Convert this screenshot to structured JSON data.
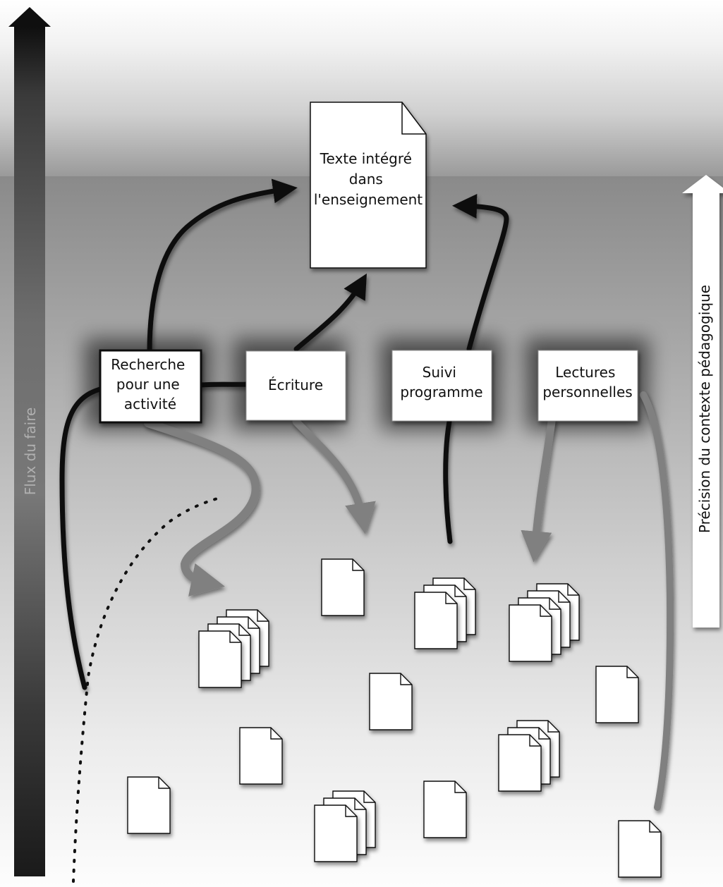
{
  "axes": {
    "left_label": "Flux du faire",
    "right_label": "Précision du contexte pédagogique"
  },
  "target": {
    "lines": [
      "Texte intégré",
      "dans",
      "l'enseignement"
    ]
  },
  "sources": [
    {
      "id": "recherche",
      "lines": [
        "Recherche",
        "pour une",
        "activité"
      ],
      "highlighted": true
    },
    {
      "id": "ecriture",
      "lines": [
        "Écriture"
      ],
      "highlighted": false
    },
    {
      "id": "suivi",
      "lines": [
        "Suivi",
        "programme"
      ],
      "highlighted": false
    },
    {
      "id": "lectures",
      "lines": [
        "Lectures",
        "personnelles"
      ],
      "highlighted": false
    }
  ],
  "colors": {
    "page": "#ffffff",
    "band_dark": "#7a7a7a",
    "flow_black": "#111111",
    "flow_grey": "#808080",
    "axis_left_top": "#111111",
    "axis_left_mid": "#777777",
    "axis_right": "#ffffff"
  }
}
